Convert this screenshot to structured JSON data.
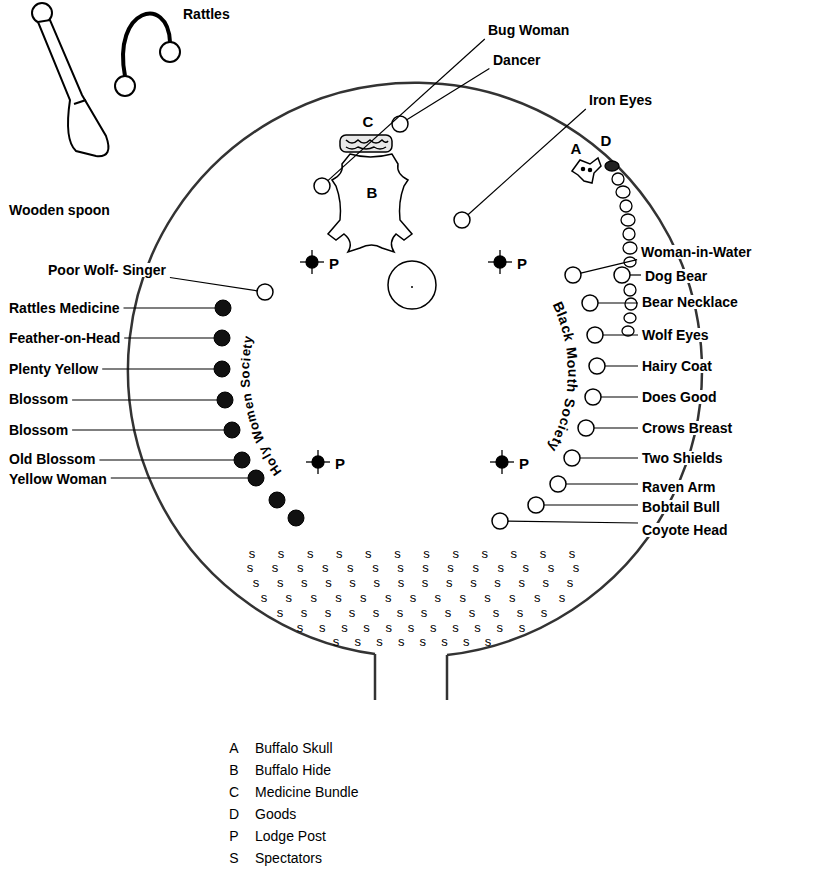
{
  "diagram": {
    "labels": [
      "Rattles",
      "Wooden spoon",
      "Bug Woman",
      "Dancer",
      "Iron Eyes",
      "C",
      "B",
      "A",
      "D",
      "Woman-in-Water",
      "Dog Bear",
      "Bear Necklace",
      "Wolf Eyes",
      "Hairy Coat",
      "Does Good",
      "Crows Breast",
      "Two Shields",
      "Raven Arm",
      "Bobtail Bull",
      "Coyote Head",
      "Poor Wolf- Singer",
      "Rattles Medicine",
      "Feather-on-Head",
      "Plenty Yellow",
      "Blossom",
      "Blossom",
      "Old Blossom",
      "Yellow Woman",
      "Holy Women Society",
      "Black Mouth Society",
      "P",
      "P",
      "P",
      "P",
      "A",
      "B",
      "C",
      "D",
      "P",
      "S",
      "s",
      "s",
      "s",
      "s",
      "s",
      "s",
      "s",
      "s",
      "s",
      "s",
      "s",
      "s",
      "s",
      "s",
      "s",
      "s",
      "s",
      "s",
      "s",
      "s",
      "s",
      "s",
      "s",
      "s",
      "s",
      "s",
      "s",
      "s",
      "s",
      "s",
      "s",
      "s",
      "s",
      "s",
      "s",
      "s",
      "s",
      "s",
      "s",
      "s",
      "s",
      "s",
      "s",
      "s",
      "s",
      "s",
      "s",
      "s",
      "s",
      "s",
      "s",
      "s",
      "s",
      "s",
      "s",
      "s",
      "s",
      "s",
      "s",
      "s",
      "s",
      "s",
      "s",
      "s",
      "s",
      "s",
      "s",
      "s",
      "s",
      "s",
      "s",
      "s",
      "s",
      "s",
      "s",
      "s",
      "s",
      "s",
      "s",
      "s",
      "s",
      "s",
      "s",
      "s"
    ],
    "legend": [
      {
        "text": "Buffalo Skull"
      },
      {
        "text": "Buffalo Hide"
      },
      {
        "text": "Medicine Bundle"
      },
      {
        "text": "Goods"
      },
      {
        "text": "Lodge Post"
      },
      {
        "text": "Spectators"
      }
    ]
  }
}
